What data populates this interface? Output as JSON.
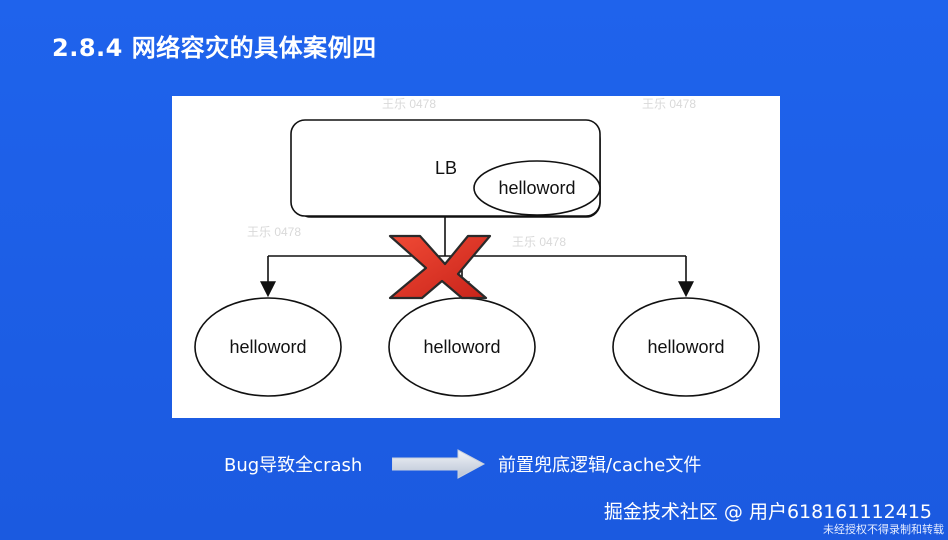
{
  "slide": {
    "title": "2.8.4 网络容灾的具体案例四",
    "background_color": "#1e5ee6"
  },
  "diagram": {
    "lb_label": "LB",
    "lb_inner_node": "helloword",
    "nodes": [
      "helloword",
      "helloword",
      "helloword"
    ],
    "failure_marker_color": "#e53224"
  },
  "caption": {
    "left_text": "Bug导致全crash",
    "right_text": "前置兜底逻辑/cache文件",
    "arrow_icon": "right-arrow-icon"
  },
  "watermark": {
    "main_text": "掘金技术社区 @ 用户618161112415",
    "sub_text": "未经授权不得录制和转载"
  }
}
